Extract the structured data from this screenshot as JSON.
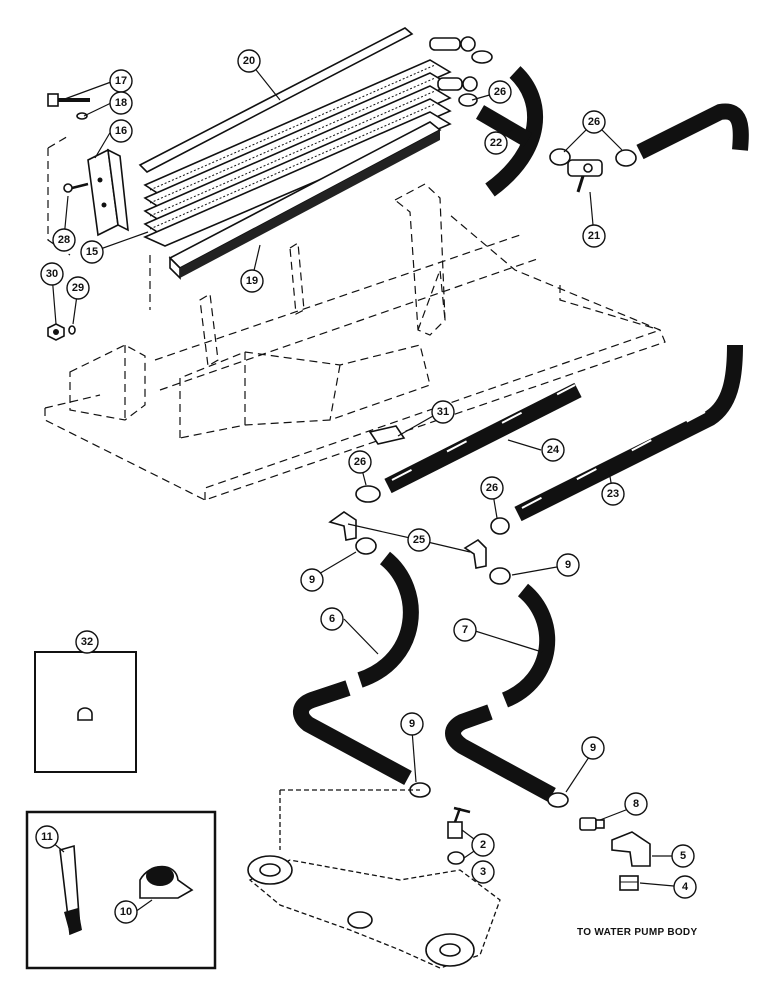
{
  "caption": "TO WATER PUMP BODY",
  "callouts": {
    "c17": "17",
    "c18": "18",
    "c16": "16",
    "c28": "28",
    "c15": "15",
    "c20": "20",
    "c19": "19",
    "c26a": "26",
    "c22": "22",
    "c26b": "26",
    "c21": "21",
    "c30": "30",
    "c29": "29",
    "c31": "31",
    "c24": "24",
    "c23": "23",
    "c26c": "26",
    "c26d": "26",
    "c25": "25",
    "c9a": "9",
    "c9b": "9",
    "c6": "6",
    "c7": "7",
    "c32": "32",
    "c9c": "9",
    "c9d": "9",
    "c8": "8",
    "c2": "2",
    "c3": "3",
    "c5": "5",
    "c4": "4",
    "c11": "11",
    "c10": "10"
  }
}
